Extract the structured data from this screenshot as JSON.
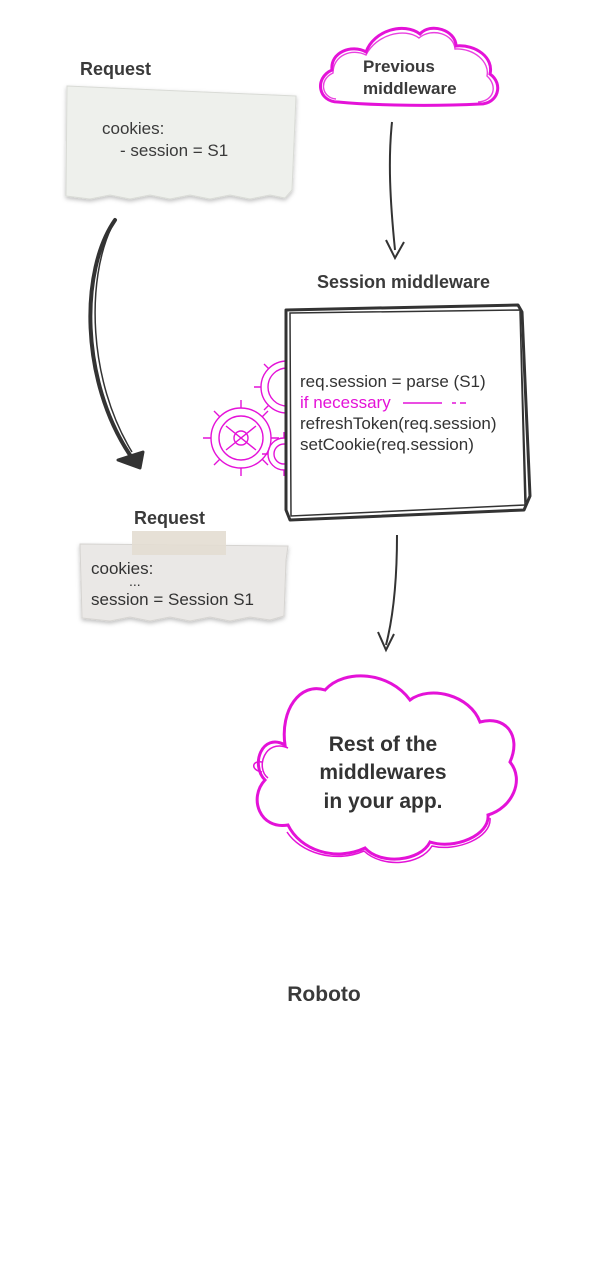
{
  "request_top": {
    "title": "Request",
    "line1": "cookies:",
    "line2": "- session = S1"
  },
  "previous": {
    "line1": "Previous",
    "line2": "middleware"
  },
  "session_mw": {
    "title": "Session middleware",
    "line1": "req.session = parse (S1)",
    "line2": "if necessary",
    "line3": "refreshToken(req.session)",
    "line4": "setCookie(req.session)"
  },
  "request_bottom": {
    "title": "Request",
    "line1": "cookies:",
    "line2": "...",
    "line3": "session = Session S1"
  },
  "rest": {
    "line1": "Rest of the",
    "line2": "middlewares",
    "line3": "in your app."
  },
  "font_label": "Roboto",
  "colors": {
    "ink": "#333333",
    "accent": "#e412d8",
    "paper": "#eef0ec",
    "paper2": "#eae8e6"
  }
}
